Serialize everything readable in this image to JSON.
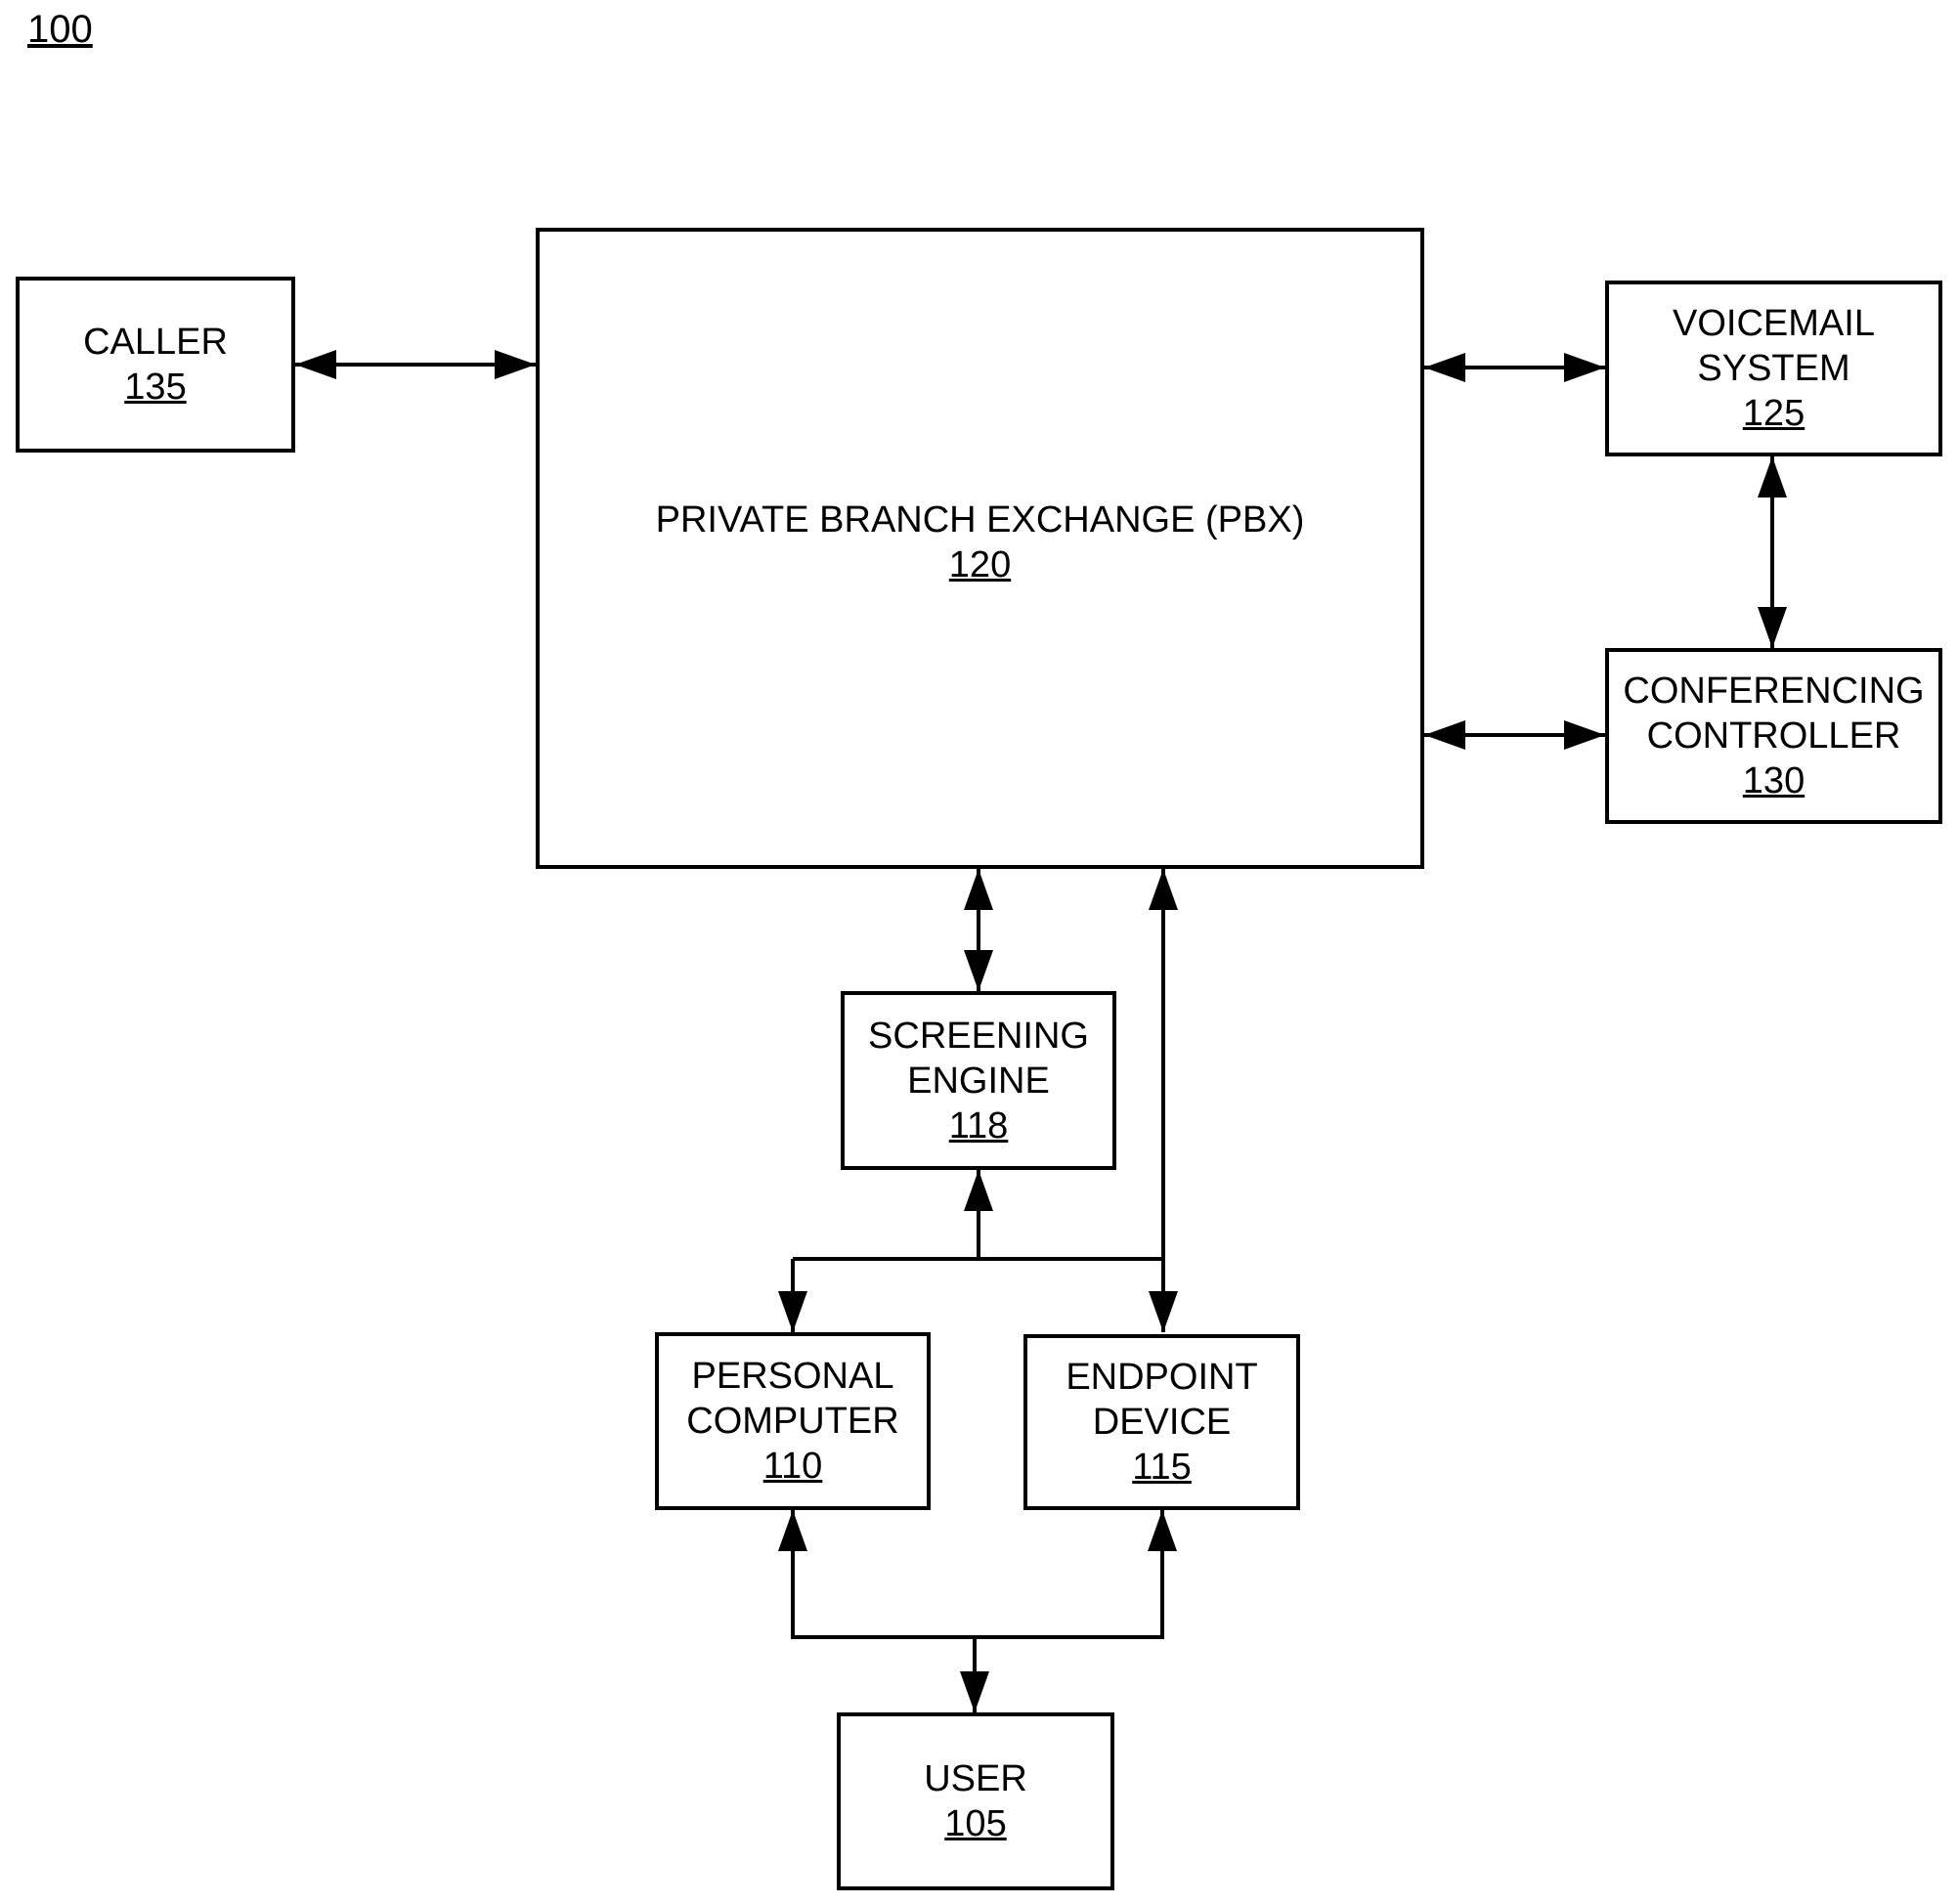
{
  "figure": {
    "number": "100"
  },
  "nodes": {
    "caller": {
      "label": "CALLER",
      "ref": "135"
    },
    "pbx": {
      "label": "PRIVATE BRANCH EXCHANGE (PBX)",
      "ref": "120"
    },
    "voicemail": {
      "line1": "VOICEMAIL",
      "line2": "SYSTEM",
      "ref": "125"
    },
    "conferencing": {
      "line1": "CONFERENCING",
      "line2": "CONTROLLER",
      "ref": "130"
    },
    "screening": {
      "line1": "SCREENING",
      "line2": "ENGINE",
      "ref": "118"
    },
    "personal_computer": {
      "line1": "PERSONAL",
      "line2": "COMPUTER",
      "ref": "110"
    },
    "endpoint": {
      "line1": "ENDPOINT",
      "line2": "DEVICE",
      "ref": "115"
    },
    "user": {
      "label": "USER",
      "ref": "105"
    }
  }
}
